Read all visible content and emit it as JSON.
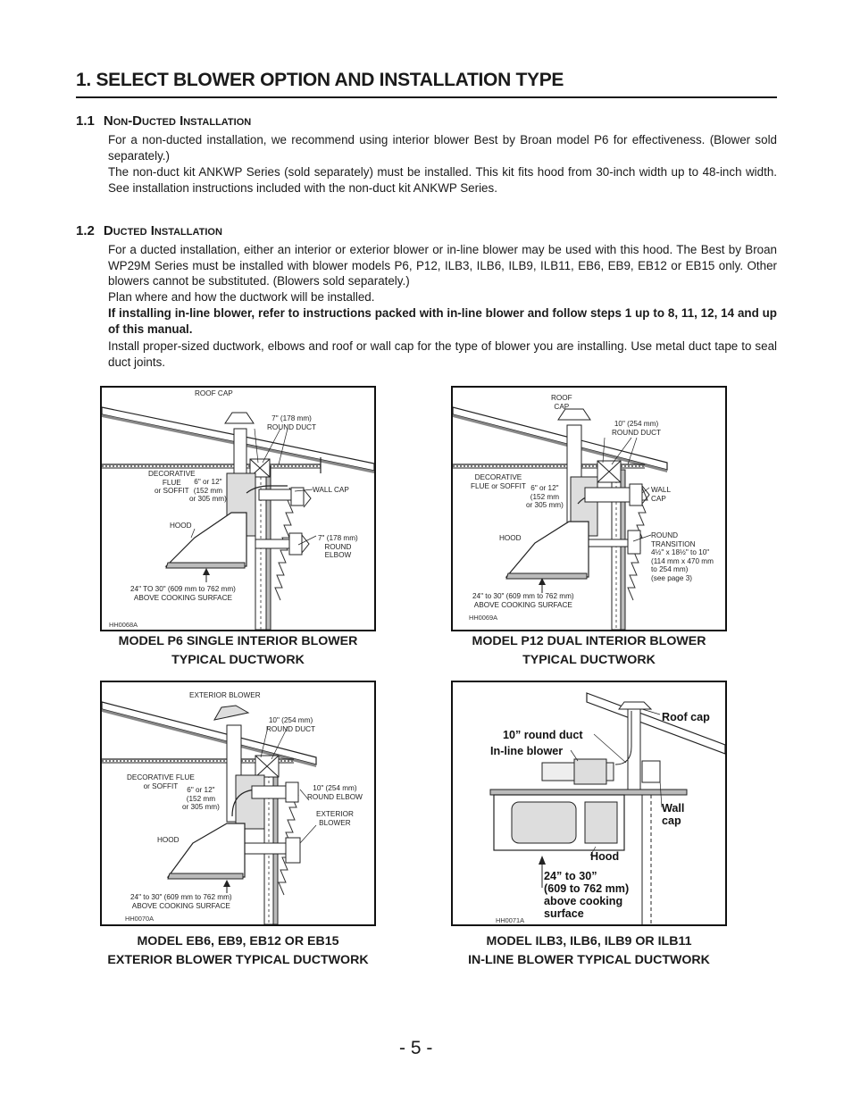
{
  "heading": "1.   SELECT BLOWER OPTION AND INSTALLATION TYPE",
  "section_1": {
    "number": "1.1",
    "title": "Non-Ducted Installation",
    "paragraphs": [
      "For a non-ducted installation, we recommend using interior blower Best by Broan model P6 for effectiveness. (Blower sold separately.)",
      "The non-duct kit ANKWP Series (sold separately) must be installed. This kit fits hood from 30-inch width up to 48-inch width. See installation instructions included with the non-duct kit ANKWP Series."
    ]
  },
  "section_2": {
    "number": "1.2",
    "title": "Ducted Installation",
    "paragraphs": [
      "For a ducted installation, either an interior or exterior blower or in-line blower may be used with this hood. The Best by Broan WP29M Series must be installed with blower models P6, P12, ILB3, ILB6, ILB9, ILB11, EB6, EB9, EB12 or EB15 only. Other blowers cannot be substituted. (Blowers sold separately.)",
      "Plan where and how the ductwork will be installed.",
      "If installing in-line blower, refer to instructions packed with in-line blower and follow steps 1 up to 8, 11, 12, 14 and up of this manual.",
      "Install proper-sized ductwork, elbows and roof or wall cap for the type of blower you are installing. Use metal duct tape to seal duct joints."
    ]
  },
  "figures": {
    "p6": {
      "roof_cap": "ROOF CAP",
      "duct": "7\" (178 mm)\nROUND DUCT",
      "flue": "DECORATIVE\nFLUE\nor SOFFIT",
      "clearance": "6\" or 12\"\n(152 mm\nor 305 mm)",
      "wall_cap": "WALL CAP",
      "hood": "HOOD",
      "elbow": "7\" (178 mm)\nROUND\nELBOW",
      "surface": "24\" TO 30\" (609 mm to 762 mm)\nABOVE COOKING SURFACE",
      "code": "HH0068A",
      "caption": "MODEL P6 SINGLE INTERIOR BLOWER\nTYPICAL DUCTWORK"
    },
    "p12": {
      "roof_cap": "ROOF\nCAP",
      "duct": "10\" (254 mm)\nROUND DUCT",
      "flue": "DECORATIVE\nFLUE or SOFFIT",
      "clearance": "6\" or 12\"\n(152 mm\nor 305 mm)",
      "wall_cap": "WALL\nCAP",
      "hood": "HOOD",
      "transition": "ROUND\nTRANSITION\n4½\" x 18½\" to 10\"\n(114 mm x 470 mm\nto 254 mm)\n(see page 3)",
      "surface": "24\" to 30\" (609 mm to 762 mm)\nABOVE COOKING SURFACE",
      "code": "HH0069A",
      "caption": "MODEL P12 DUAL INTERIOR BLOWER\nTYPICAL DUCTWORK"
    },
    "eb": {
      "exterior_blower_top": "EXTERIOR BLOWER",
      "duct": "10\" (254 mm)\nROUND DUCT",
      "flue": "DECORATIVE FLUE\nor SOFFIT",
      "clearance": "6\" or 12\"\n(152 mm\nor 305 mm)",
      "elbow": "10\" (254 mm)\nROUND ELBOW",
      "exterior_blower_side": "EXTERIOR\nBLOWER",
      "hood": "HOOD",
      "surface": "24\" to 30\" (609 mm to 762 mm)\nABOVE COOKING SURFACE",
      "code": "HH0070A",
      "caption": "MODEL EB6, EB9, EB12 OR EB15\nEXTERIOR BLOWER TYPICAL DUCTWORK"
    },
    "ilb": {
      "roof_cap": "Roof cap",
      "duct": "10” round duct",
      "blower": "In-line blower",
      "wall_cap": "Wall\ncap",
      "hood": "Hood",
      "surface": "24” to 30”\n(609 to 762 mm)\nabove cooking\nsurface",
      "code": "HH0071A",
      "caption": "MODEL ILB3, ILB6, ILB9 OR ILB11\nIN-LINE BLOWER TYPICAL DUCTWORK"
    }
  },
  "page_number": "- 5 -"
}
